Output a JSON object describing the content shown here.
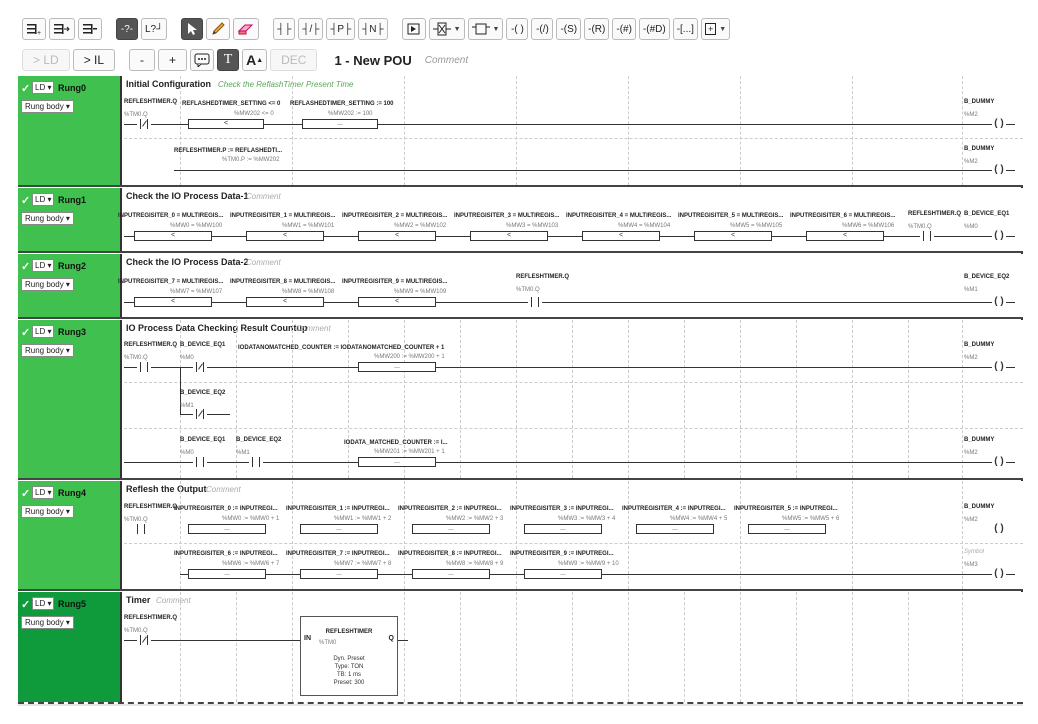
{
  "toolbar1": {
    "ctrl_open": "-?-",
    "ctrl_close": "L?┘",
    "btn_contact_no": "┤├",
    "btn_contact_nc": "┤/├",
    "btn_contact_p": "┤P├",
    "btn_contact_n": "┤N├",
    "btn_coil": "-( )",
    "btn_coil_neg": "-(/)",
    "btn_coil_set": "-(S)",
    "btn_coil_reset": "-(R)",
    "btn_coil_p": "-(#)",
    "btn_coil_n": "-(#D)",
    "btn_op": "-[...]",
    "btn_plus": "+"
  },
  "toolbar2": {
    "to_ld": "> LD",
    "to_il": "> IL",
    "zoom_out": "-",
    "zoom_in": "+",
    "dec": "DEC",
    "pou_title": "1 - New POU",
    "pou_comment": "Comment"
  },
  "rungs": [
    {
      "lang": "LD ▾",
      "name": "Rung0",
      "body": "Rung body ▾",
      "title": "Initial Configuration",
      "comment": "Check the ReflashTimer Present Time"
    },
    {
      "lang": "LD ▾",
      "name": "Rung1",
      "body": "Rung body ▾",
      "title": "Check the IO Process Data-1",
      "comment": "Comment"
    },
    {
      "lang": "LD ▾",
      "name": "Rung2",
      "body": "Rung body ▾",
      "title": "Check the IO Process Data-2",
      "comment": "Comment"
    },
    {
      "lang": "LD ▾",
      "name": "Rung3",
      "body": "Rung body ▾",
      "title": "IO Process Data Checking Result Countup",
      "comment": "Comment"
    },
    {
      "lang": "LD ▾",
      "name": "Rung4",
      "body": "Rung body ▾",
      "title": "Reflesh the Output",
      "comment": "Comment"
    },
    {
      "lang": "LD ▾",
      "name": "Rung5",
      "body": "Rung body ▾",
      "title": "Timer",
      "comment": "Comment"
    }
  ],
  "r0": {
    "c1": "REFLESHTIMER.Q",
    "c1a": "%TM0.Q",
    "op1": "REFLASHEDTIMER_SETTING <= 0",
    "op1a": "%MW202 <= 0",
    "op1v": "<",
    "op2": "REFLASHEDTIMER_SETTING := 100",
    "op2a": "%MW202 := 100",
    "op2v": "...",
    "coil1": "B_DUMMY",
    "coil1a": "%M2",
    "op3": "REFLESHTIMER.P := REFLASHEDTI...",
    "op3a": "%TM0.P := %MW202",
    "coil2": "B_DUMMY",
    "coil2a": "%M2"
  },
  "r1": {
    "ops": [
      {
        "lbl": "INPUTREGISITER_0 = MULTIREGIS...",
        "addr": "%MW0 = %MW100"
      },
      {
        "lbl": "INPUTREGISITER_1 = MULTIREGIS...",
        "addr": "%MW1 = %MW101"
      },
      {
        "lbl": "INPUTREGISITER_2 = MULTIREGIS...",
        "addr": "%MW2 = %MW102"
      },
      {
        "lbl": "INPUTREGISITER_3 = MULTIREGIS...",
        "addr": "%MW3 = %MW103"
      },
      {
        "lbl": "INPUTREGISITER_4 = MULTIREGIS...",
        "addr": "%MW4 = %MW104"
      },
      {
        "lbl": "INPUTREGISITER_5 = MULTIREGIS...",
        "addr": "%MW5 = %MW105"
      },
      {
        "lbl": "INPUTREGISITER_6 = MULTIREGIS...",
        "addr": "%MW6 = %MW106"
      }
    ],
    "opv": "<",
    "c1": "REFLESHTIMER.Q",
    "c1a": "%TM0.Q",
    "coil": "B_DEVICE_EQ1",
    "coila": "%M0"
  },
  "r2": {
    "ops": [
      {
        "lbl": "INPUTREGISITER_7 = MULTIREGIS...",
        "addr": "%MW7 = %MW107"
      },
      {
        "lbl": "INPUTREGISITER_8 = MULTIREGIS...",
        "addr": "%MW8 = %MW108"
      },
      {
        "lbl": "INPUTREGISITER_9 = MULTIREGIS...",
        "addr": "%MW9 = %MW109"
      }
    ],
    "opv": "<",
    "c1": "REFLESHTIMER.Q",
    "c1a": "%TM0.Q",
    "coil": "B_DEVICE_EQ2",
    "coila": "%M1"
  },
  "r3": {
    "c1": "REFLESHTIMER.Q",
    "c1a": "%TM0.Q",
    "c2": "B_DEVICE_EQ1",
    "c2a": "%M0",
    "op1": "IODATANOMATCHED_COUNTER := IODATANOMATCHED_COUNTER + 1",
    "op1a": "%MW200 := %MW200 + 1",
    "op1v": "...",
    "coil1": "B_DUMMY",
    "coil1a": "%M2",
    "c3": "B_DEVICE_EQ2",
    "c3a": "%M1",
    "c4": "B_DEVICE_EQ1",
    "c4a": "%M0",
    "c5": "B_DEVICE_EQ2",
    "c5a": "%M1",
    "op2": "IODATA_MATCHED_COUNTER := I...",
    "op2a": "%MW201 := %MW201 + 1",
    "op2v": "...",
    "coil2": "B_DUMMY",
    "coil2a": "%M2"
  },
  "r4": {
    "c1": "REFLESHTIMER.Q",
    "c1a": "%TM0.Q",
    "row1": [
      {
        "lbl": "INPUTREGISITER_0 := INPUTREGI...",
        "addr": "%MW0 := %MW0 + 1"
      },
      {
        "lbl": "INPUTREGISITER_1 := INPUTREGI...",
        "addr": "%MW1 := %MW1 + 2"
      },
      {
        "lbl": "INPUTREGISITER_2 := INPUTREGI...",
        "addr": "%MW2 := %MW2 + 3"
      },
      {
        "lbl": "INPUTREGISITER_3 := INPUTREGI...",
        "addr": "%MW3 := %MW3 + 4"
      },
      {
        "lbl": "INPUTREGISITER_4 := INPUTREGI...",
        "addr": "%MW4 := %MW4 + 5"
      },
      {
        "lbl": "INPUTREGISITER_5 := INPUTREGI...",
        "addr": "%MW5 := %MW5 + 6"
      }
    ],
    "row2": [
      {
        "lbl": "INPUTREGISITER_6 := INPUTREGI...",
        "addr": "%MW6 := %MW6 + 7"
      },
      {
        "lbl": "INPUTREGISITER_7 := INPUTREGI...",
        "addr": "%MW7 := %MW7 + 8"
      },
      {
        "lbl": "INPUTREGISITER_8 := INPUTREGI...",
        "addr": "%MW8 := %MW8 + 9"
      },
      {
        "lbl": "INPUTREGISITER_9 := INPUTREGI...",
        "addr": "%MW9 := %MW9 + 10"
      }
    ],
    "opv": "...",
    "coil1": "B_DUMMY",
    "coil1a": "%M2",
    "coil2": "Symbol",
    "coil2a": "%M3"
  },
  "r5": {
    "c1": "REFLESHTIMER.Q",
    "c1a": "%TM0.Q",
    "fb_name": "REFLESHTIMER",
    "fb_addr": "%TM0",
    "fb_in": "IN",
    "fb_out": "Q",
    "fb_l1": "Dyn. Preset",
    "fb_l2": "Type: TON",
    "fb_l3": "TB: 1 ms",
    "fb_l4": "Preset: 300"
  }
}
